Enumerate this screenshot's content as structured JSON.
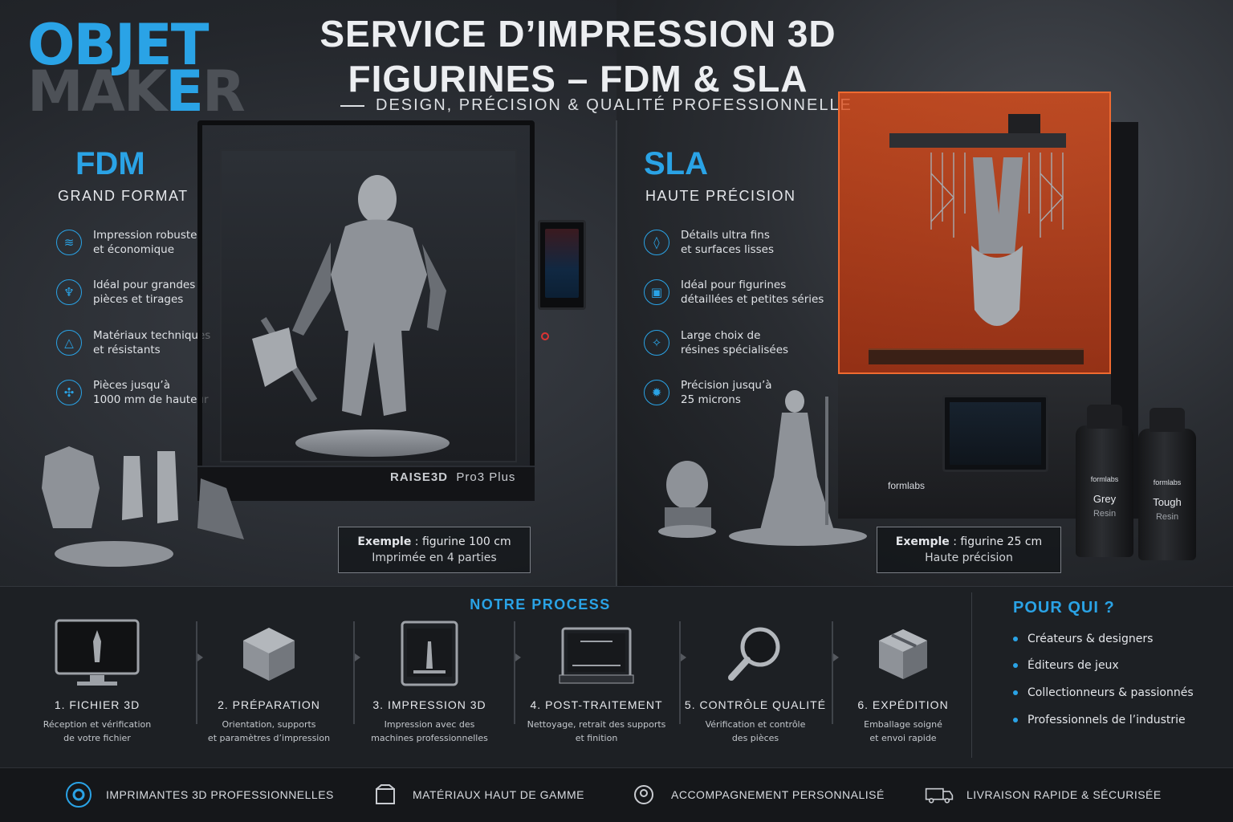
{
  "brand": {
    "line1": "OBJET",
    "line2": "MAKER"
  },
  "header": {
    "title_line1": "SERVICE D’IMPRESSION 3D",
    "title_line2": "FIGURINES – FDM & SLA",
    "subtitle": "DESIGN, PRÉCISION & QUALITÉ PROFESSIONNELLE"
  },
  "fdm": {
    "title": "FDM",
    "subtitle": "GRAND FORMAT",
    "features": [
      {
        "icon": "layers-icon",
        "text": "Impression robuste\net économique"
      },
      {
        "icon": "figure-icon",
        "text": "Idéal pour grandes\npièces et tirages"
      },
      {
        "icon": "material-icon",
        "text": "Matériaux techniques\net résistants"
      },
      {
        "icon": "size-icon",
        "text": "Pièces jusqu’à\n1000 mm de hauteur"
      }
    ],
    "printer": {
      "brand": "RAISE3D",
      "model": "Pro3 Plus"
    },
    "example": {
      "label": "Exemple",
      "value": " : figurine 100 cm",
      "line2": "Imprimée en 4 parties"
    }
  },
  "sla": {
    "title": "SLA",
    "subtitle": "HAUTE PRÉCISION",
    "features": [
      {
        "icon": "drop-icon",
        "text": "Détails ultra fins\net surfaces lisses"
      },
      {
        "icon": "printer-icon",
        "text": "Idéal pour figurines\ndétaillées et petites séries"
      },
      {
        "icon": "resin-icon",
        "text": "Large choix de\nrésines spécialisées"
      },
      {
        "icon": "precision-icon",
        "text": "Précision jusqu’à\n25 microns"
      }
    ],
    "printer": {
      "brand": "formlabs"
    },
    "bottles": [
      {
        "brand": "formlabs",
        "name": "Grey",
        "kind": "Resin"
      },
      {
        "brand": "formlabs",
        "name": "Tough",
        "kind": "Resin"
      }
    ],
    "example": {
      "label": "Exemple",
      "value": " : figurine 25 cm",
      "line2": "Haute précision"
    }
  },
  "process": {
    "title": "NOTRE PROCESS",
    "steps": [
      {
        "num": "1.",
        "name": "FICHIER 3D",
        "desc": "Réception et vérification\nde votre fichier"
      },
      {
        "num": "2.",
        "name": "PRÉPARATION",
        "desc": "Orientation, supports\net paramètres d’impression"
      },
      {
        "num": "3.",
        "name": "IMPRESSION 3D",
        "desc": "Impression avec des\nmachines professionnelles"
      },
      {
        "num": "4.",
        "name": "POST-TRAITEMENT",
        "desc": "Nettoyage, retrait des supports\net finition"
      },
      {
        "num": "5.",
        "name": "CONTRÔLE QUALITÉ",
        "desc": "Vérification et contrôle\ndes pièces"
      },
      {
        "num": "6.",
        "name": "EXPÉDITION",
        "desc": "Emballage soigné\net envoi rapide"
      }
    ]
  },
  "audience": {
    "title": "POUR QUI ?",
    "items": [
      "Créateurs & designers",
      "Éditeurs de jeux",
      "Collectionneurs & passionnés",
      "Professionnels de l’industrie"
    ]
  },
  "footer": {
    "items": [
      {
        "icon": "gear-icon",
        "label": "IMPRIMANTES 3D PROFESSIONNELLES"
      },
      {
        "icon": "box-icon",
        "label": "MATÉRIAUX HAUT DE GAMME"
      },
      {
        "icon": "support-icon",
        "label": "ACCOMPAGNEMENT PERSONNALISÉ"
      },
      {
        "icon": "truck-icon",
        "label": "LIVRAISON RAPIDE & SÉCURISÉE"
      }
    ]
  },
  "colors": {
    "accent": "#2aa3e6",
    "orange": "#e04c18",
    "background": "#1c1f24"
  }
}
